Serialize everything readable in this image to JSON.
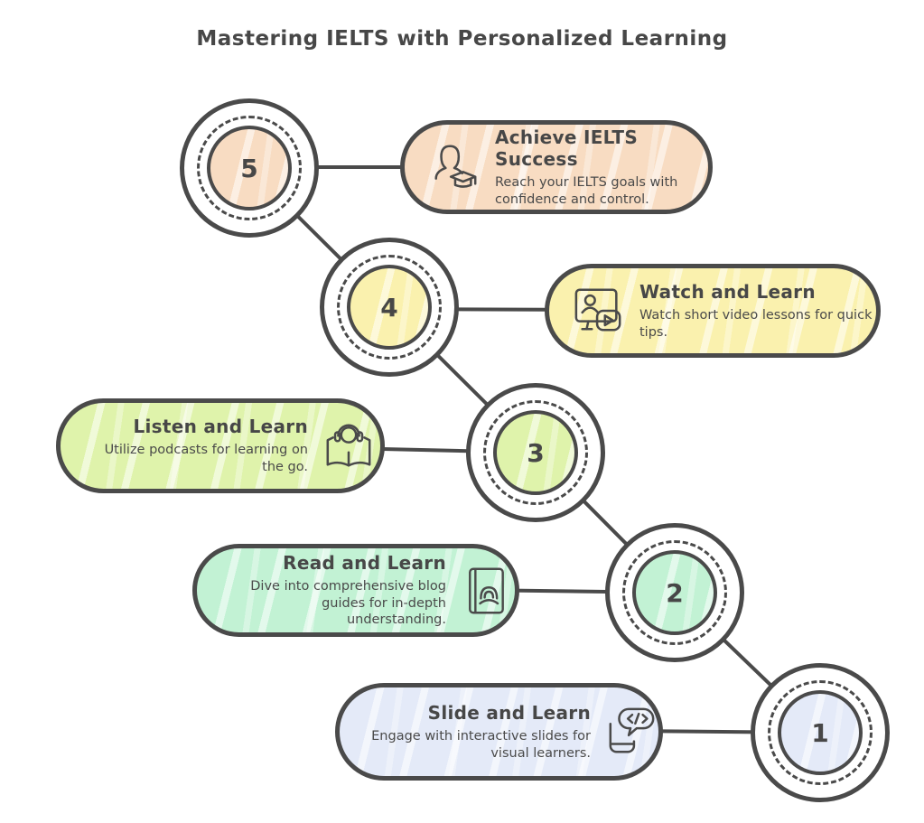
{
  "title": "Mastering IELTS with Personalized Learning",
  "steps": [
    {
      "number": "1",
      "title": "Slide and Learn",
      "description": "Engage with interactive slides for visual learners.",
      "color": "#e4eaf8",
      "icon": "code-bubble-icon"
    },
    {
      "number": "2",
      "title": "Read and Learn",
      "description": "Dive into comprehensive blog guides for in-depth understanding.",
      "color": "#c2f2d4",
      "icon": "blog-book-icon"
    },
    {
      "number": "3",
      "title": "Listen and Learn",
      "description": "Utilize podcasts for learning on the go.",
      "color": "#dff3ab",
      "icon": "headphones-book-icon"
    },
    {
      "number": "4",
      "title": "Watch and Learn",
      "description": "Watch short video lessons for quick tips.",
      "color": "#faf1ae",
      "icon": "video-lesson-icon"
    },
    {
      "number": "5",
      "title": "Achieve IELTS Success",
      "description": "Reach your IELTS goals with confidence and control.",
      "color": "#f8dcc2",
      "icon": "graduate-icon"
    }
  ],
  "colors": {
    "outline": "#4a4a4a",
    "background": "#ffffff"
  }
}
